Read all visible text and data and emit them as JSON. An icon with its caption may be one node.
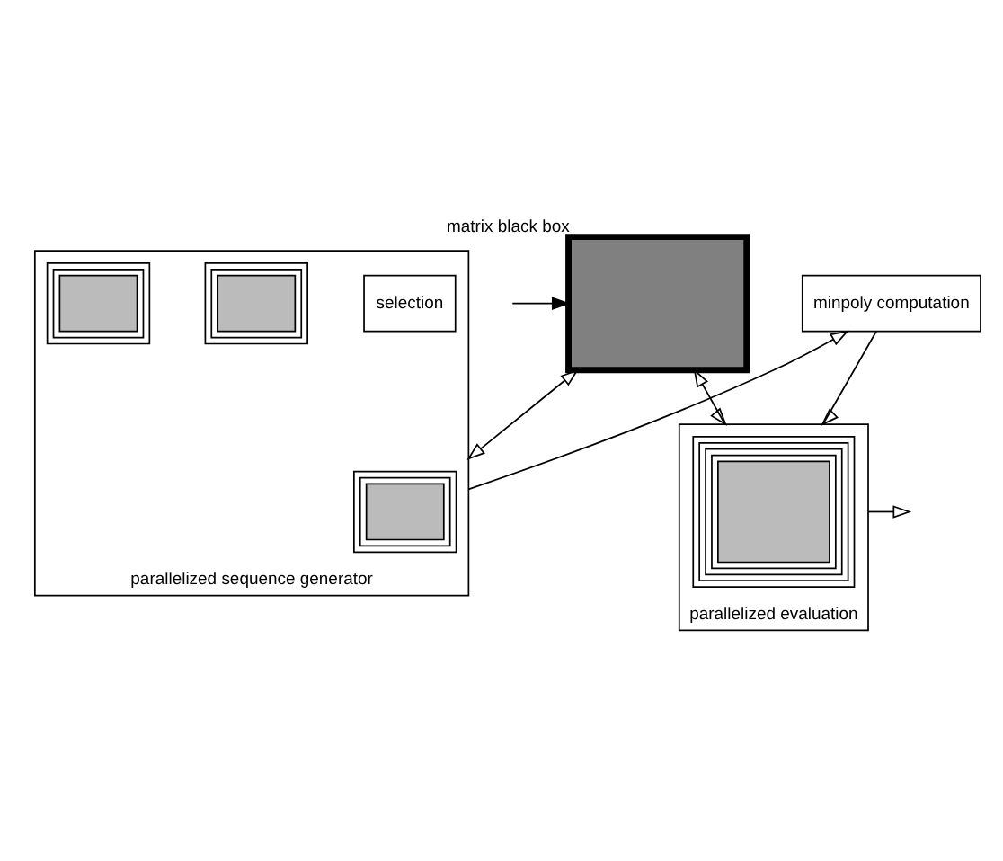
{
  "diagram": {
    "nodes": [
      {
        "text": [
          "parallelized sequence generator"
        ]
      },
      {
        "text": [
          "selection"
        ],
        "in": 0
      },
      {
        "text": [],
        "shape": "box",
        "in": 0
      },
      {
        "text": [],
        "shape": "box",
        "in": 0
      },
      {
        "text": [],
        "shape": "box",
        "in": 0
      },
      {
        "text": [
          "minpoly computation"
        ]
      },
      {
        "text": [],
        "shape": "box",
        "beside": [
          "matrix black box"
        ]
      },
      {
        "text": [
          "parallelized evaluation"
        ]
      },
      {
        "text": [],
        "shape": "box",
        "in": 7
      }
    ],
    "edges": [
      {
        "from": null,
        "to": 6,
        "arrow": "to"
      },
      {
        "from": 6,
        "to": 0,
        "arrow": "both"
      },
      {
        "from": 0,
        "to": 5,
        "arrow": "to"
      },
      {
        "from": 5,
        "to": 7,
        "arrow": "to"
      },
      {
        "from": 6,
        "to": 7,
        "arrow": "both"
      },
      {
        "from": 7,
        "to": null,
        "arrow": "to"
      }
    ]
  }
}
